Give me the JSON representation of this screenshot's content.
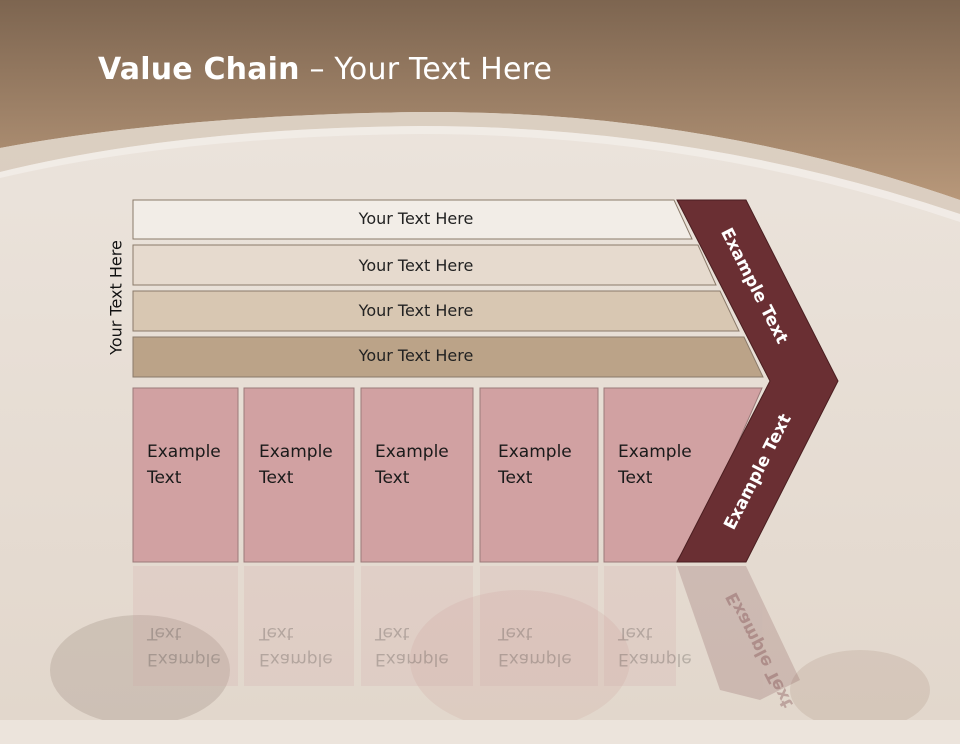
{
  "slide": {
    "title_bold": "Value Chain",
    "title_rest": " – Your Text Here",
    "side_label": "Your Text Here"
  },
  "support_rows": [
    {
      "label": "Your Text Here",
      "color": "#f2ede7"
    },
    {
      "label": "Your Text Here",
      "color": "#e6dace"
    },
    {
      "label": "Your Text Here",
      "color": "#d8c7b2"
    },
    {
      "label": "Your Text Here",
      "color": "#bba388"
    }
  ],
  "primary_boxes": [
    {
      "line1": "Example",
      "line2": "Text"
    },
    {
      "line1": "Example",
      "line2": "Text"
    },
    {
      "line1": "Example",
      "line2": "Text"
    },
    {
      "line1": "Example",
      "line2": "Text"
    },
    {
      "line1": "Example",
      "line2": "Text"
    }
  ],
  "chevron": {
    "upper_label": "Example Text",
    "lower_label": "Example Text"
  },
  "colors": {
    "header_band": "#a78a6b",
    "box_fill": "#d1a1a2",
    "chevron_fill": "#6a2f33",
    "row_border": "#7a6a5a"
  }
}
